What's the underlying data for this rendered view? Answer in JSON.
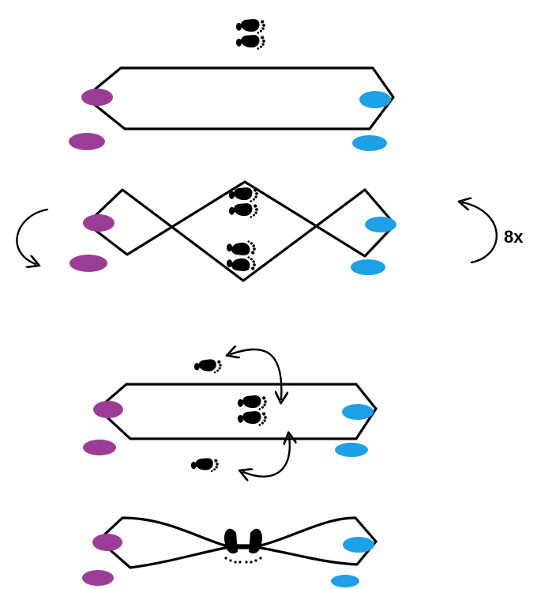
{
  "colors": {
    "left_player": "#9b3d97",
    "right_player": "#1ea0e6",
    "rope": "#000000",
    "feet": "#000000"
  },
  "icons": [
    "footprints-icon",
    "hand-icon",
    "curved-arrow-icon"
  ],
  "steps": [
    {
      "rope": "open-loop"
    },
    {
      "rope": "turning-loop",
      "repeat": "8x"
    },
    {
      "rope": "open-loop"
    },
    {
      "rope": "pinched-loop"
    }
  ]
}
